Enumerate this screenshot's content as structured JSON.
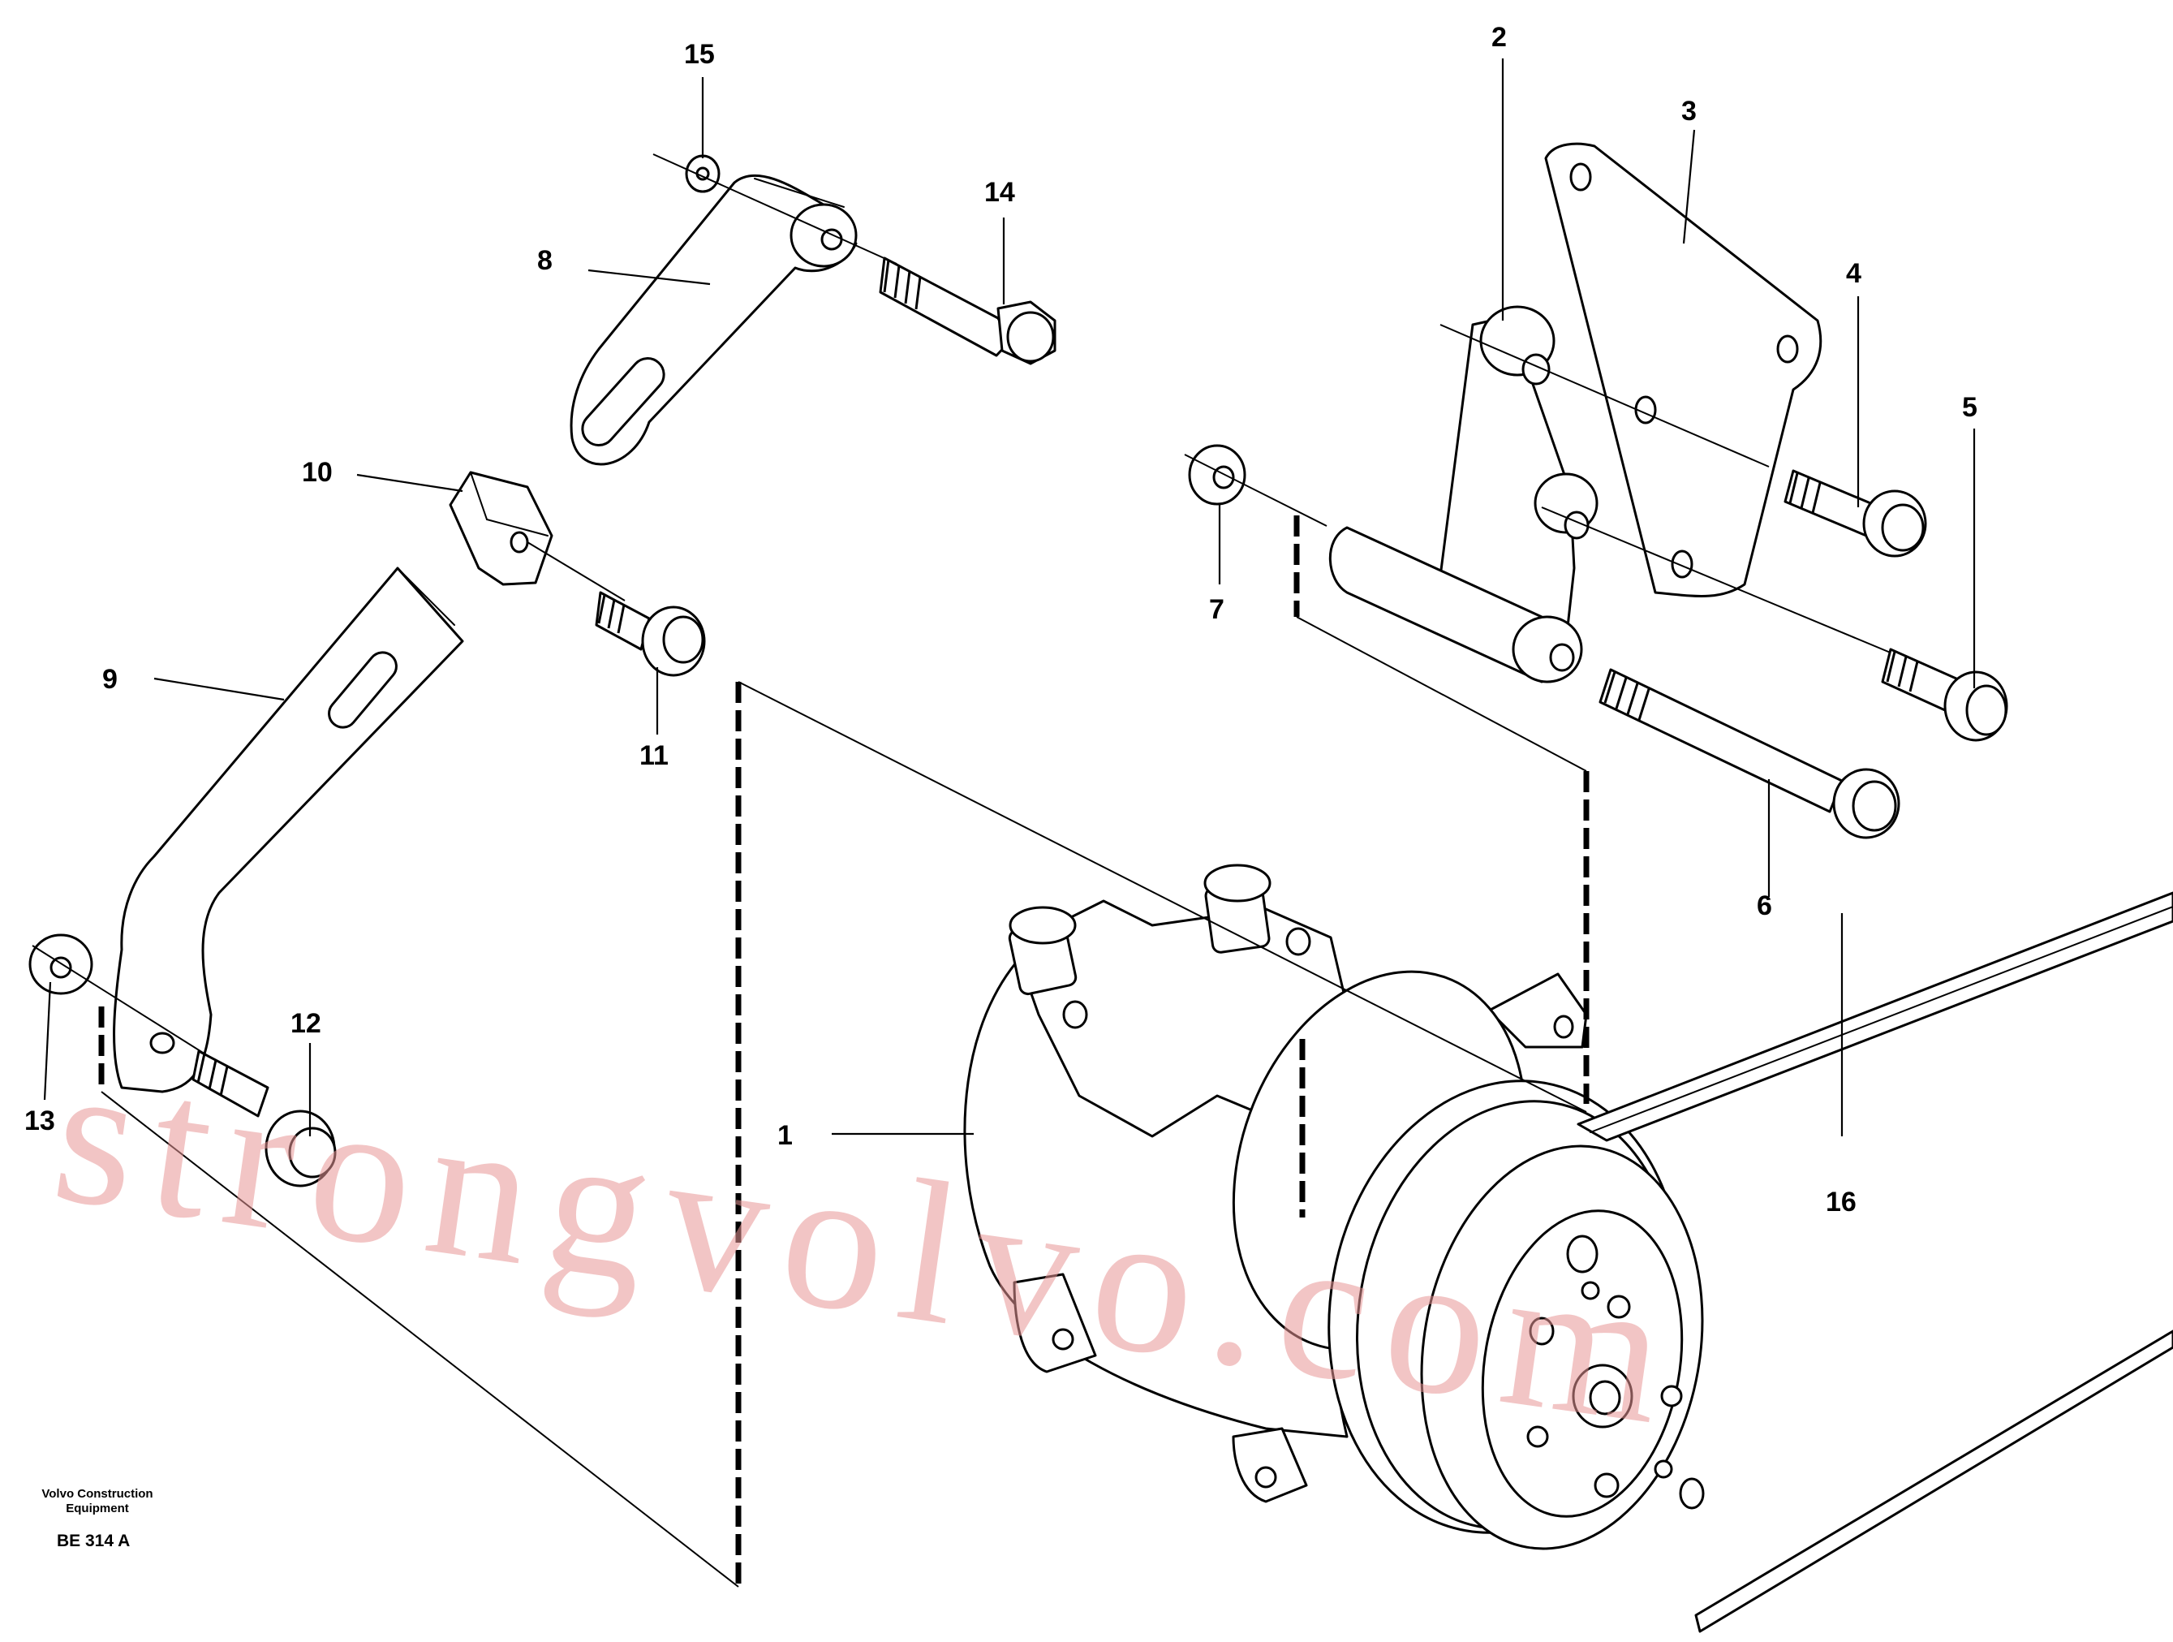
{
  "diagram": {
    "callouts": {
      "c1": "1",
      "c2": "2",
      "c3": "3",
      "c4": "4",
      "c5": "5",
      "c6": "6",
      "c7": "7",
      "c8": "8",
      "c9": "9",
      "c10": "10",
      "c11": "11",
      "c12": "12",
      "c13": "13",
      "c14": "14",
      "c15": "15",
      "c16": "16"
    },
    "publisher_line1": "Volvo Construction",
    "publisher_line2": "Equipment",
    "drawing_code": "BE 314 A"
  },
  "watermark": {
    "text": "strongvolvo.com",
    "color": "#e89696"
  }
}
